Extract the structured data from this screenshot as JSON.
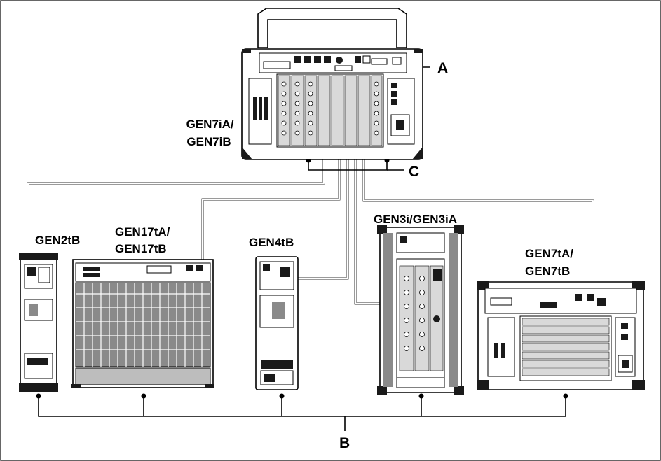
{
  "devices": {
    "gen7i": "GEN7iA/\nGEN7iB",
    "gen2tb": "GEN2tB",
    "gen17t": "GEN17tA/\nGEN17tB",
    "gen4tb": "GEN4tB",
    "gen3i": "GEN3i/GEN3iA",
    "gen7t": "GEN7tA/\nGEN7tB"
  },
  "callouts": {
    "a": "A",
    "b": "B",
    "c": "C"
  }
}
